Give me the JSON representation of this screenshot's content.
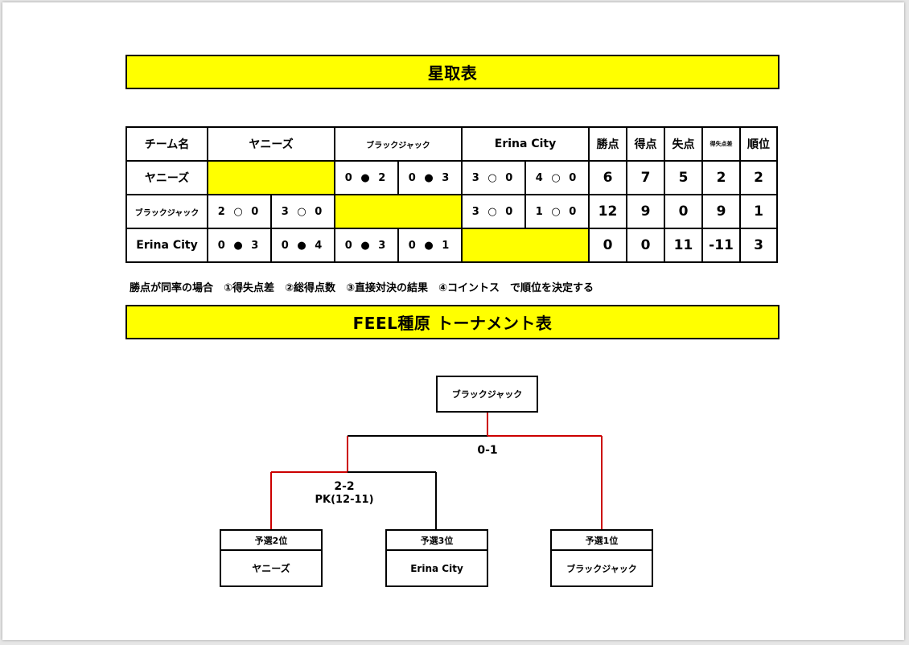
{
  "standings_title": "星取表",
  "standings": {
    "header": {
      "team_col": "チーム名",
      "teams": [
        "ヤニーズ",
        "ブラックジャック",
        "Erina City"
      ],
      "points": "勝点",
      "goals_for": "得点",
      "goals_against": "失点",
      "goal_diff": "得失点差",
      "rank": "順位"
    },
    "rows": [
      {
        "team": "ヤニーズ",
        "results": [
          null,
          null,
          "0 ● 2",
          "0 ● 3",
          "3 ○ 0",
          "4 ○ 0"
        ],
        "points": "6",
        "goals_for": "7",
        "goals_against": "5",
        "goal_diff": "2",
        "rank": "2"
      },
      {
        "team": "ブラックジャック",
        "results": [
          "2 ○ 0",
          "3 ○ 0",
          null,
          null,
          "3 ○ 0",
          "1 ○ 0"
        ],
        "points": "12",
        "goals_for": "9",
        "goals_against": "0",
        "goal_diff": "9",
        "rank": "1"
      },
      {
        "team": "Erina City",
        "results": [
          "0 ● 3",
          "0 ● 4",
          "0 ● 3",
          "0 ● 1",
          null,
          null
        ],
        "points": "0",
        "goals_for": "0",
        "goals_against": "11",
        "goal_diff": "-11",
        "rank": "3"
      }
    ]
  },
  "tiebreak_note": "勝点が同率の場合　①得失点差　②総得点数　③直接対決の結果　④コイントス　で順位を決定する",
  "tournament_title": "FEEL種原 トーナメント表",
  "tournament": {
    "winner": "ブラックジャック",
    "final_score": "0-1",
    "semi_score": "2-2",
    "semi_pk": "PK(12-11)",
    "entrants": [
      {
        "seed": "予選2位",
        "team": "ヤニーズ"
      },
      {
        "seed": "予選3位",
        "team": "Erina City"
      },
      {
        "seed": "予選1位",
        "team": "ブラックジャック"
      }
    ]
  },
  "colors": {
    "highlight": "#ffff00",
    "winner_line": "#cc0000",
    "line": "#000000"
  }
}
